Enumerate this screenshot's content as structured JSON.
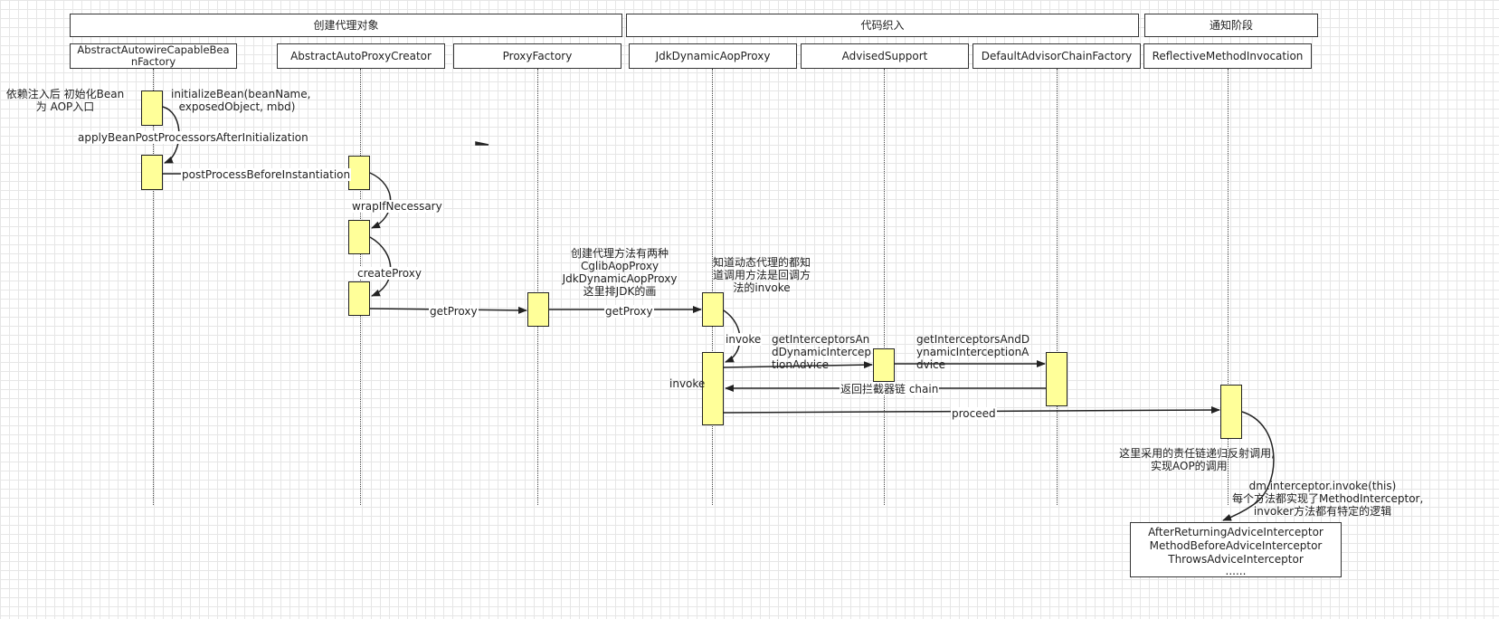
{
  "phases": [
    {
      "id": "create",
      "label": "创建代理对象"
    },
    {
      "id": "weave",
      "label": "代码织入"
    },
    {
      "id": "notify",
      "label": "通知阶段"
    }
  ],
  "participants": [
    {
      "id": "p1",
      "label": "AbstractAutowireCapableBeanFactory"
    },
    {
      "id": "p2",
      "label": "AbstractAutoProxyCreator"
    },
    {
      "id": "p3",
      "label": "ProxyFactory"
    },
    {
      "id": "p4",
      "label": "JdkDynamicAopProxy"
    },
    {
      "id": "p5",
      "label": "AdvisedSupport"
    },
    {
      "id": "p6",
      "label": "DefaultAdvisorChainFactory"
    },
    {
      "id": "p7",
      "label": "ReflectiveMethodInvocation"
    }
  ],
  "messages": {
    "m1": "initializeBean(beanName, exposedObject, mbd)",
    "m2": "applyBeanPostProcessorsAfterInitialization",
    "m3": "postProcessBeforeInstantiation",
    "m4": "wrapIfNecessary",
    "m5": "createProxy",
    "m6": "getProxy",
    "m7": "getProxy",
    "m8": "invoke",
    "m9": "getInterceptorsAndDynamicInterceptionAdvice",
    "m10": "getInterceptorsAndDynamicInterceptionAdvice",
    "m11": "返回拦截器链 chain",
    "m12": "proceed",
    "m13": "dm.interceptor.invoke(this)"
  },
  "notes": {
    "entry": "依赖注入后 初始化Bean为 AOP入口",
    "proxy_ways_1": "创建代理方法有两种",
    "proxy_ways_2": "CglibAopProxy",
    "proxy_ways_3": "JdkDynamicAopProxy",
    "proxy_ways_4": "这里排JDK的画",
    "jdk_1": "知道动态代理的都知",
    "jdk_2": "道调用方法是回调方",
    "jdk_3": "法的invoke",
    "invoke_label": "invoke",
    "chain_1": "这里采用的责任链递归反射调用,",
    "chain_2": "实现AOP的调用",
    "each_1": "每个方法都实现了MethodInterceptor,",
    "each_2": "invoker方法都有特定的逻辑"
  },
  "interceptors": [
    "AfterReturningAdviceInterceptor",
    "MethodBeforeAdviceInterceptor",
    "ThrowsAdviceInterceptor",
    "......"
  ]
}
